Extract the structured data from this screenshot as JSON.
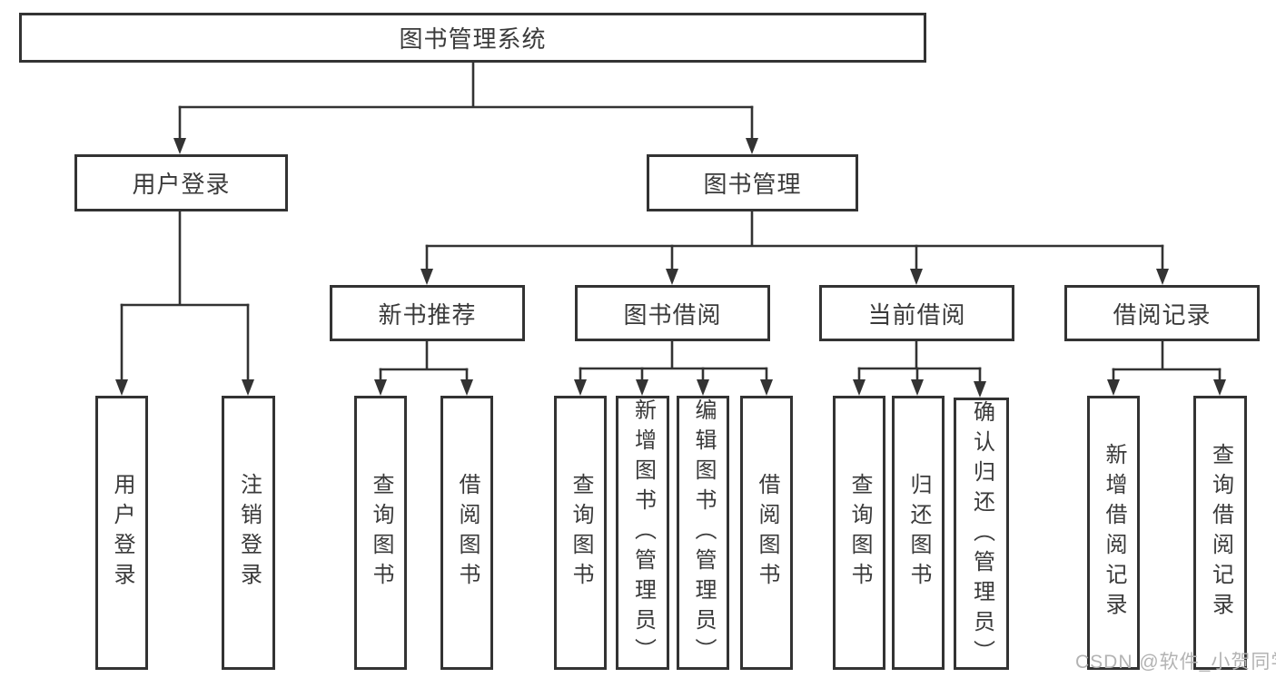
{
  "colors": {
    "line": "#333333",
    "box_border": "#333333",
    "text": "#3a3a3a",
    "watermark": "#b3b3b3",
    "background": "#ffffff"
  },
  "watermark": "CSDN @软件_小贺同学",
  "tree": {
    "label": "图书管理系统",
    "children": [
      {
        "label": "用户登录",
        "children": [
          {
            "label": "用户登录"
          },
          {
            "label": "注销登录"
          }
        ]
      },
      {
        "label": "图书管理",
        "children": [
          {
            "label": "新书推荐",
            "children": [
              {
                "label": "查询图书"
              },
              {
                "label": "借阅图书"
              }
            ]
          },
          {
            "label": "图书借阅",
            "children": [
              {
                "label": "查询图书"
              },
              {
                "label": "新增图书（管理员）"
              },
              {
                "label": "编辑图书（管理员）"
              },
              {
                "label": "借阅图书"
              }
            ]
          },
          {
            "label": "当前借阅",
            "children": [
              {
                "label": "查询图书"
              },
              {
                "label": "归还图书"
              },
              {
                "label": "确认归还（管理员）"
              }
            ]
          },
          {
            "label": "借阅记录",
            "children": [
              {
                "label": "新增借阅记录"
              },
              {
                "label": "查询借阅记录"
              }
            ]
          }
        ]
      }
    ]
  }
}
